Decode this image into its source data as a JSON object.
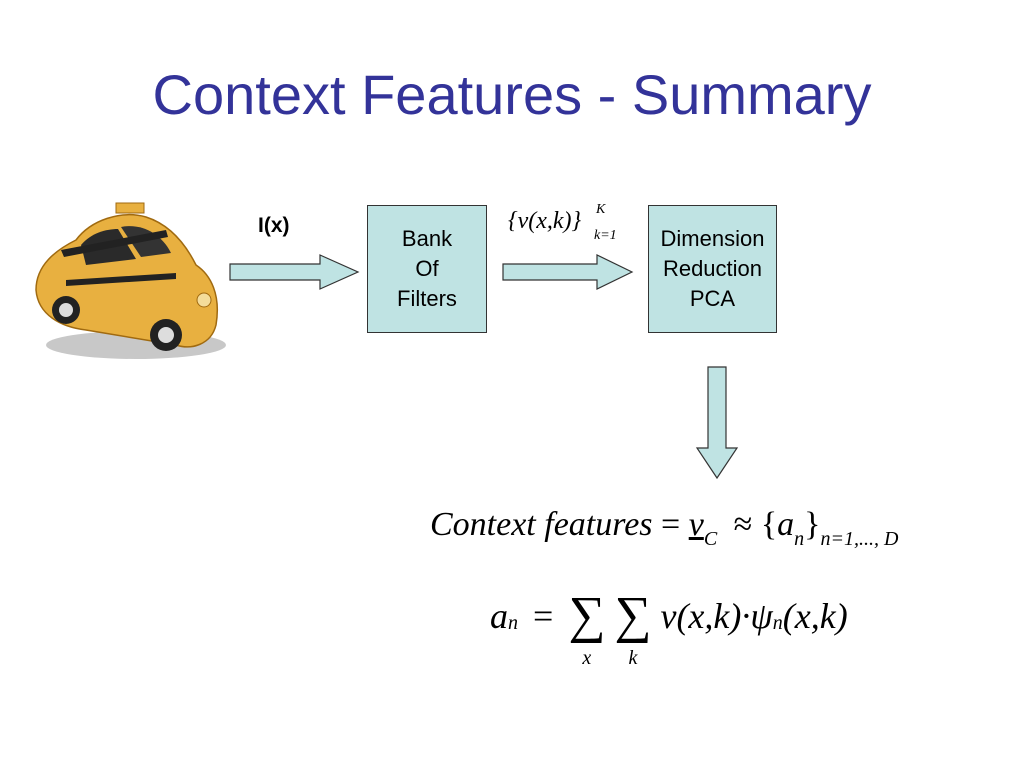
{
  "title": "Context Features - Summary",
  "input_label": "I(x)",
  "filters_box": [
    "Bank",
    "Of",
    "Filters"
  ],
  "reduction_box": [
    "Dimension",
    "Reduction",
    "PCA"
  ],
  "filter_output": {
    "expr": "{v(x,k)}",
    "upper": "K",
    "lower": "k=1"
  },
  "equation_1": {
    "lhs": "Context features",
    "eq": "=",
    "v": "v",
    "v_sub": "C",
    "approx": "≈",
    "set_open": "{",
    "a": "a",
    "a_sub": "n",
    "set_close": "}",
    "range": "n=1,..., D"
  },
  "equation_2": {
    "a": "a",
    "a_sub": "n",
    "eq": "=",
    "sum1_idx": "x",
    "sum2_idx": "k",
    "term": "v(x,k)·ψ",
    "psi_sub": "n",
    "tail": "(x,k)"
  },
  "colors": {
    "title": "#333399",
    "box_fill": "#bfe3e3",
    "arrow_fill": "#bfe3e3",
    "car_body": "#e8b040"
  },
  "icons": {
    "car": "taxi-car-image"
  }
}
